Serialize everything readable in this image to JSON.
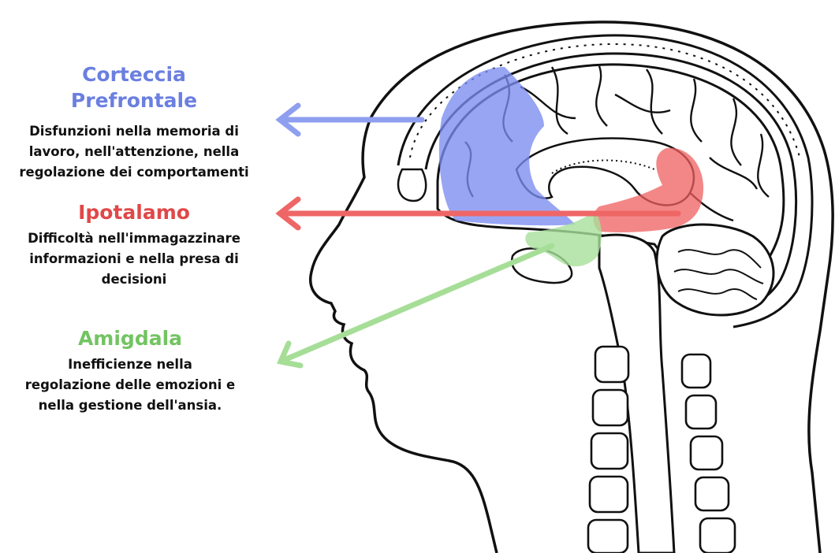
{
  "regions": [
    {
      "id": "prefrontal",
      "title_lines": [
        "Corteccia",
        "Prefrontale"
      ],
      "description_lines": [
        "Disfunzioni nella memoria di",
        "lavoro, nell'attenzione, nella",
        "regolazione dei comportamenti"
      ],
      "color": "#6b7fe0"
    },
    {
      "id": "hypothalamus",
      "title_lines": [
        "Ipotalamo"
      ],
      "description_lines": [
        "Difficoltà nell'immagazzinare",
        "informazioni e nella presa di",
        "decisioni"
      ],
      "color": "#e85a5a"
    },
    {
      "id": "amygdala",
      "title_lines": [
        "Amigdala"
      ],
      "description_lines": [
        "Inefficienze nella",
        "regolazione delle emozioni e",
        "nella gestione dell'ansia."
      ],
      "color": "#7ccc6c"
    }
  ],
  "colors": {
    "prefrontal_fill": "#7b8cf0",
    "hypothalamus_fill": "#ef5f5f",
    "amygdala_fill": "#a8e09a",
    "line": "#111111"
  },
  "icons": [
    "head-silhouette-illustration",
    "brain-sagittal-illustration",
    "spine-illustration"
  ]
}
